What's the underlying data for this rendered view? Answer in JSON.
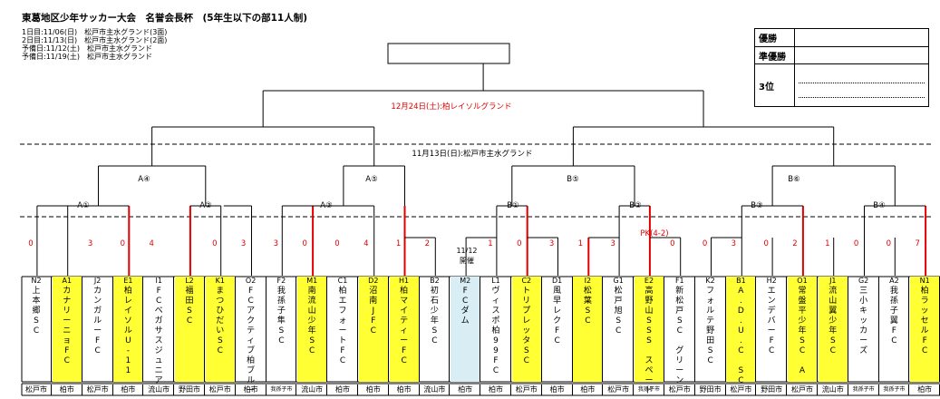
{
  "header": {
    "title": "東葛地区少年サッカー大会　名誉会長杯　(5年生以下の部11人制)",
    "lines": [
      "1日目:11/06(日)　松戸市主水グランド(3面)",
      "2日目:11/13(日)　松戸市主水グランド(2面)",
      "予備日:11/12(土)　松戸市主水グランド",
      "予備日:11/19(土)　松戸市主水グランド"
    ]
  },
  "results": {
    "winner_label": "優勝",
    "runner_up_label": "準優勝",
    "third_label": "3位"
  },
  "venues": {
    "final": "12月24日(土):柏レイソルグランド",
    "round2": "11月13日(日):松戸市主水グランド"
  },
  "bracket_labels": {
    "semis": [
      "A④",
      "A⑤",
      "B⑤",
      "B⑥"
    ],
    "first": [
      "A①",
      "A②",
      "A③",
      "B①",
      "B②",
      "B③",
      "B④"
    ],
    "pk": "PK(4-2)",
    "note": "11/12\n開催"
  },
  "scores": [
    "0",
    "3",
    "0",
    "4",
    "0",
    "3",
    "3",
    "0",
    "0",
    "4",
    "1",
    "2",
    "1",
    "0",
    "3",
    "1",
    "3",
    "0",
    "0",
    "3",
    "0",
    "2",
    "1",
    "0",
    "0",
    "7"
  ],
  "teams": [
    {
      "seed": "N2",
      "name": "上\n本\n郷\nS\nC",
      "city": "松戸市",
      "bg": "none"
    },
    {
      "seed": "A1",
      "name": "カ\nナ\nリ\nー\nニ\nョ\nF\nC",
      "city": "柏市",
      "bg": "yellow"
    },
    {
      "seed": "J2",
      "name": "カ\nン\nガ\nル\nー\nF\nC",
      "city": "松戸市",
      "bg": "none"
    },
    {
      "seed": "E1",
      "name": "柏\nレ\nイ\nソ\nル\nU\n-\n1\n1",
      "city": "柏市",
      "bg": "yellow"
    },
    {
      "seed": "I1",
      "name": "F\nC\nベ\nガ\nサ\nス\nジ\nュ\nニ\nア",
      "city": "流山市",
      "bg": "none"
    },
    {
      "seed": "L2",
      "name": "福\n田\nS\nC",
      "city": "野田市",
      "bg": "yellow"
    },
    {
      "seed": "K1",
      "name": "ま\nつ\nひ\nだ\nい\nS\nC",
      "city": "松戸市",
      "bg": "yellow"
    },
    {
      "seed": "O2",
      "name": "F\nC\nア\nク\nテ\nィ\nブ\n柏\nブ\nル\nー",
      "city": "柏市",
      "bg": "none"
    },
    {
      "seed": "F2",
      "name": "我\n孫\n子\n隼\nS\nC",
      "city": "我孫子市",
      "bg": "none"
    },
    {
      "seed": "M1",
      "name": "南\n流\n山\n少\n年\nS\nC",
      "city": "流山市",
      "bg": "yellow"
    },
    {
      "seed": "C1",
      "name": "柏\nエ\nフ\nォ\nー\nト\nF\nC",
      "city": "柏市",
      "bg": "none"
    },
    {
      "seed": "D2",
      "name": "沼\n南\nJ\nF\nC",
      "city": "柏市",
      "bg": "yellow"
    },
    {
      "seed": "H1",
      "name": "柏\nマ\nイ\nテ\nィ\nー\nF\nC",
      "city": "柏市",
      "bg": "yellow"
    },
    {
      "seed": "B2",
      "name": "初\n石\n少\n年\nS\nC",
      "city": "流山市",
      "bg": "none"
    },
    {
      "seed": "M2",
      "name": "F\nC\nダ\nム",
      "city": "柏市",
      "bg": "blue"
    },
    {
      "seed": "L1",
      "name": "ヴ\nィ\nス\nポ\n柏\n9\n9\nF\nC",
      "city": "柏市",
      "bg": "none"
    },
    {
      "seed": "C2",
      "name": "ト\nリ\nプ\nレ\nッ\nタ\nS\nC",
      "city": "松戸市",
      "bg": "yellow"
    },
    {
      "seed": "D1",
      "name": "風\n早\nレ\nク\nF\nC",
      "city": "柏市",
      "bg": "none"
    },
    {
      "seed": "I2",
      "name": "松\n葉\nS\nC",
      "city": "柏市",
      "bg": "yellow"
    },
    {
      "seed": "G1",
      "name": "松\n戸\n旭\nS\nC",
      "city": "松戸市",
      "bg": "none"
    },
    {
      "seed": "E2",
      "name": "高\n野\n山\nS\nS\nS\n　\nス\nペ\nー\nド",
      "city": "我孫子市",
      "bg": "yellow"
    },
    {
      "seed": "F1",
      "name": "新\n松\n戸\nS\nC\n　\nグ\nリ\nー\nン",
      "city": "松戸市",
      "bg": "none"
    },
    {
      "seed": "K2",
      "name": "フ\nォ\nル\nテ\n野\n田\nS\nC",
      "city": "野田市",
      "bg": "none"
    },
    {
      "seed": "B1",
      "name": "A\n.\nD\n.\nU\n.\nC\n　\nS\nC",
      "city": "松戸市",
      "bg": "yellow"
    },
    {
      "seed": "H2",
      "name": "エ\nン\nデ\nバ\nー\nF\nC",
      "city": "野田市",
      "bg": "none"
    },
    {
      "seed": "O1",
      "name": "常\n盤\n平\n少\n年\nS\nC\n　\nA",
      "city": "松戸市",
      "bg": "yellow"
    },
    {
      "seed": "J1",
      "name": "流\n山\n翼\n少\n年\nS\nC",
      "city": "流山市",
      "bg": "yellow"
    },
    {
      "seed": "G2",
      "name": "三\n小\nキ\nッ\nカ\nー\nズ",
      "city": "我孫子市",
      "bg": "none"
    },
    {
      "seed": "A2",
      "name": "我\n孫\n子\n翼\nF\nC",
      "city": "我孫子市",
      "bg": "none"
    },
    {
      "seed": "N1",
      "name": "柏\nラ\nッ\nセ\nル\nF\nC",
      "city": "柏市",
      "bg": "yellow"
    }
  ]
}
